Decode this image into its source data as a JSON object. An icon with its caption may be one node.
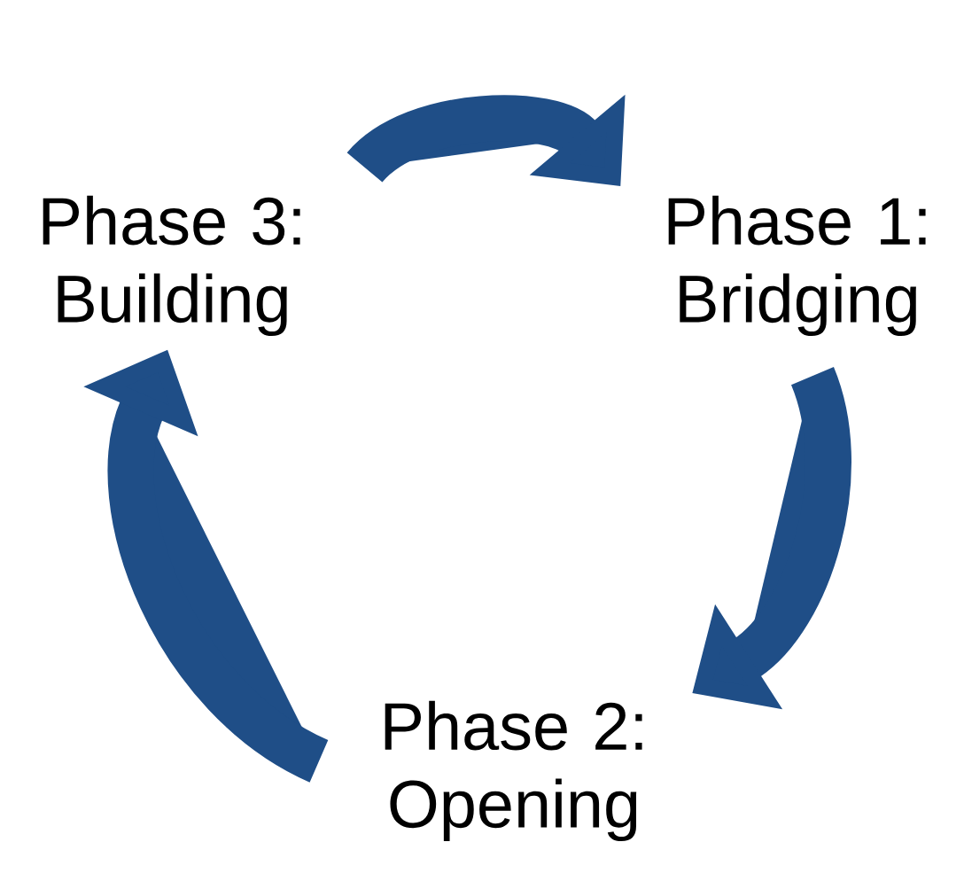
{
  "diagram": {
    "nodes": [
      {
        "text": [
          "Phase 3: Building"
        ]
      },
      {
        "text": [
          "Phase 1: Bridging"
        ]
      },
      {
        "text": [
          "Phase 2: Opening"
        ]
      }
    ],
    "edges": [
      {
        "from": 0,
        "to": 1,
        "arrow": "to"
      },
      {
        "from": 1,
        "to": 2,
        "arrow": "to"
      },
      {
        "from": 2,
        "to": 0,
        "arrow": "to"
      }
    ]
  }
}
